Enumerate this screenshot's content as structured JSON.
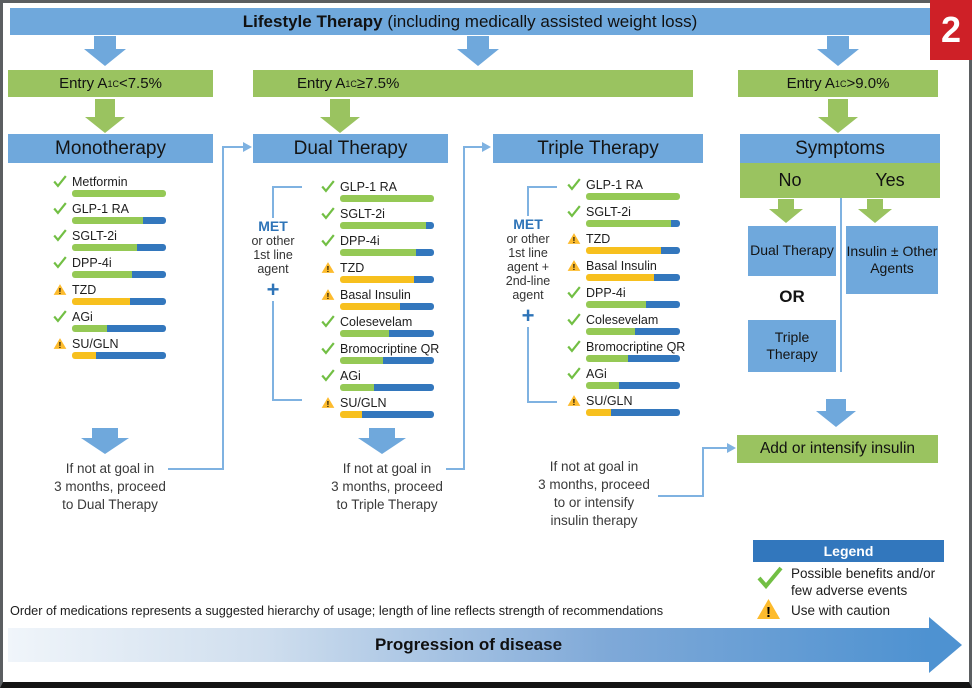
{
  "colors": {
    "blue_box": "#6fa8dc",
    "blue_dark": "#2e74b8",
    "legend_blue": "#3277bd",
    "green_box": "#9ac360",
    "bar_green": "#95c955",
    "bar_blue": "#3377bd",
    "bar_yellow": "#f7c01e",
    "connector": "#7fb2e1",
    "red_badge": "#ce2027",
    "check_green": "#72bf44",
    "warn_yellow": "#fdbb2d",
    "arrow_deep": "#4e92d1"
  },
  "corner_badge": "2",
  "banner": {
    "title_bold": "Lifestyle Therapy",
    "title_rest": " (including medically assisted weight loss)"
  },
  "entry_boxes": [
    {
      "prefix": "Entry A",
      "sub": "1C",
      "suffix": " <7.5%"
    },
    {
      "prefix": "Entry A",
      "sub": "1C",
      "suffix": " ≥7.5%"
    },
    {
      "prefix": "Entry A",
      "sub": "1C",
      "suffix": " >9.0%"
    }
  ],
  "columns": {
    "monotherapy": {
      "title": "Monotherapy",
      "meds": [
        {
          "label": "Metformin",
          "icon": "check",
          "pct": 100
        },
        {
          "label": "GLP-1 RA",
          "icon": "check",
          "pct": 75
        },
        {
          "label": "SGLT-2i",
          "icon": "check",
          "pct": 69
        },
        {
          "label": "DPP-4i",
          "icon": "check",
          "pct": 64
        },
        {
          "label": "TZD",
          "icon": "caution",
          "pct": 62
        },
        {
          "label": "AGi",
          "icon": "check",
          "pct": 37
        },
        {
          "label": "SU/GLN",
          "icon": "caution",
          "pct": 26
        }
      ]
    },
    "dual": {
      "title": "Dual Therapy",
      "adjunct": {
        "bold": "MET",
        "lines": [
          "or other",
          "1st line",
          "agent"
        ],
        "plus": "+"
      },
      "meds": [
        {
          "label": "GLP-1 RA",
          "icon": "check",
          "pct": 100
        },
        {
          "label": "SGLT-2i",
          "icon": "check",
          "pct": 91
        },
        {
          "label": "DPP-4i",
          "icon": "check",
          "pct": 81
        },
        {
          "label": "TZD",
          "icon": "caution",
          "pct": 79
        },
        {
          "label": "Basal Insulin",
          "icon": "caution",
          "pct": 64
        },
        {
          "label": "Colesevelam",
          "icon": "check",
          "pct": 52
        },
        {
          "label": "Bromocriptine QR",
          "icon": "check",
          "pct": 46
        },
        {
          "label": "AGi",
          "icon": "check",
          "pct": 36
        },
        {
          "label": "SU/GLN",
          "icon": "caution",
          "pct": 23
        }
      ]
    },
    "triple": {
      "title": "Triple Therapy",
      "adjunct": {
        "bold": "MET",
        "lines": [
          "or other",
          "1st line",
          "agent +",
          "2nd-line",
          "agent"
        ],
        "plus": "+"
      },
      "meds": [
        {
          "label": "GLP-1 RA",
          "icon": "check",
          "pct": 100
        },
        {
          "label": "SGLT-2i",
          "icon": "check",
          "pct": 90
        },
        {
          "label": "TZD",
          "icon": "caution",
          "pct": 80
        },
        {
          "label": "Basal Insulin",
          "icon": "caution",
          "pct": 72
        },
        {
          "label": "DPP-4i",
          "icon": "check",
          "pct": 64
        },
        {
          "label": "Colesevelam",
          "icon": "check",
          "pct": 52
        },
        {
          "label": "Bromocriptine QR",
          "icon": "check",
          "pct": 45
        },
        {
          "label": "AGi",
          "icon": "check",
          "pct": 35
        },
        {
          "label": "SU/GLN",
          "icon": "caution",
          "pct": 27
        }
      ]
    }
  },
  "loops": {
    "mono": [
      "If not at goal in",
      "3 months, proceed",
      "to Dual Therapy"
    ],
    "dual": [
      "If not at goal in",
      "3 months, proceed",
      "to Triple Therapy"
    ],
    "triple": [
      "If not at goal in",
      "3 months, proceed",
      "to or intensify",
      "insulin therapy"
    ]
  },
  "symptoms": {
    "title": "Symptoms",
    "no": "No",
    "yes": "Yes",
    "dual_box": "Dual Therapy",
    "insulin_box": "Insulin ± Other Agents",
    "or": "OR",
    "triple_box": "Triple Therapy"
  },
  "insulin_bar": "Add or intensify insulin",
  "legend": {
    "title": "Legend",
    "check_label": "Possible benefits and/or few adverse events",
    "caution_label": "Use with caution"
  },
  "footnote": "Order of medications represents a suggested hierarchy of usage; length of line reflects strength of recommendations",
  "progression": "Progression of disease"
}
